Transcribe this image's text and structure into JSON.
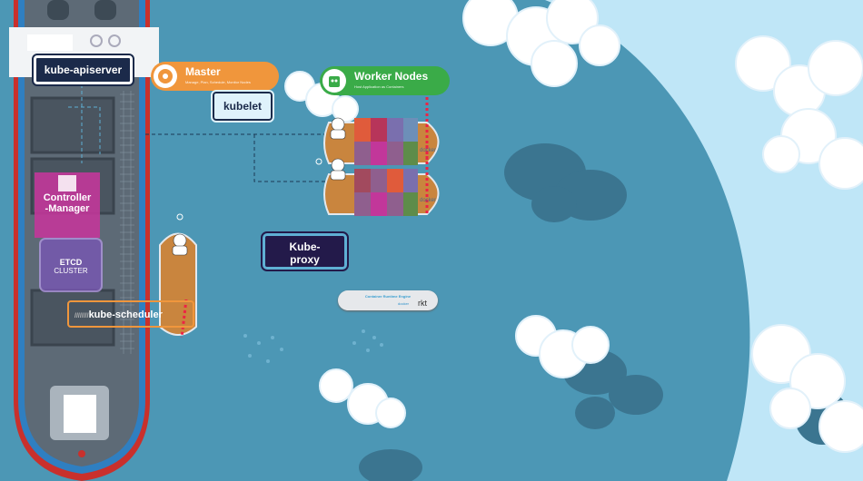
{
  "nodes": {
    "apiserver": "kube-apiserver",
    "master": {
      "title": "Master",
      "subtitle": "Manage, Plan, Schedule, Monitor Nodes"
    },
    "worker": {
      "title": "Worker Nodes",
      "subtitle": "Host Application as Containers"
    },
    "kubelet": "kubelet",
    "kube_proxy_line1": "Kube-",
    "kube_proxy_line2": "proxy",
    "controller_line1": "Controller",
    "controller_line2": "-Manager",
    "etcd": "ETCD",
    "etcd_sub": "CLUSTER",
    "scheduler": "kube-scheduler",
    "scheduler_prefix": "////////"
  },
  "runtime": {
    "title": "Container Runtime Engine",
    "docker": "docker",
    "rkt": "rkt"
  },
  "ship_labels": {
    "docker": "docker"
  },
  "icons": {
    "master_icon": "brain-gear-icon",
    "worker_icon": "robot-icon"
  },
  "colors": {
    "sea": "#4c97b5",
    "sky": "#bfe6f7",
    "master": "#f0963c",
    "worker": "#3aab48",
    "apiserver": "#1b2a4a",
    "controller": "#c2379a",
    "etcd": "#7a55b8"
  }
}
